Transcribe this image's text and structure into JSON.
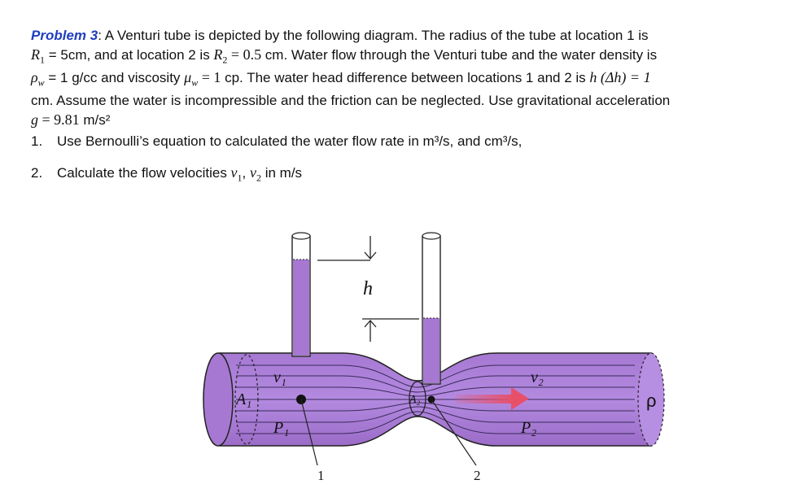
{
  "problem": {
    "label": "Problem 3",
    "colon": ":",
    "line1": " A Venturi tube is depicted by the following diagram.  The radius of the tube at location 1 is",
    "R1_sym": "R",
    "R1_sub": "1",
    "R1_val": " = 5cm, and at location 2 is ",
    "R2_sym": "R",
    "R2_sub": "2",
    "R2_val": " = 0.5",
    "line2_rest": " cm.  Water flow through the Venturi tube and the water density is",
    "rho_sym": "ρ",
    "rho_sub": "w",
    "rho_val": " = 1 g/cc and viscosity ",
    "mu_sym": "μ",
    "mu_sub": "w",
    "mu_val": " = 1",
    "line3_rest": " cp.    The water head difference between locations 1 and 2 is ",
    "h_expr": "h (Δh) = 1",
    "line4": "cm.  Assume the water is incompressible and the friction can be neglected. Use gravitational acceleration",
    "g_sym": "g",
    "g_val": " = 9.81",
    "g_unit": " m/s²"
  },
  "questions": [
    {
      "number": "1.",
      "text": "Use Bernoulli’s equation to calculated the water flow rate in m³/s, and cm³/s,"
    },
    {
      "number": "2.",
      "text_a": "Calculate the flow velocities ",
      "v1": "v",
      "v1_sub": "1",
      "sep": ", ",
      "v2": "v",
      "v2_sub": "2",
      "text_b": " in m/s"
    }
  ],
  "diagram": {
    "h_label": "h",
    "v1_label": "v₁",
    "v2_label": "v₂",
    "A1_label": "A₁",
    "A2_label": "A₂",
    "P1_label": "P₁",
    "P2_label": "P₂",
    "rho_label": "ρ",
    "loc1_label": "1",
    "loc2_label": "2",
    "colors": {
      "fluid": "#b084d8",
      "fluid_dark": "#9a6cc6",
      "arrow": "#e8506a",
      "line": "#222222"
    }
  }
}
